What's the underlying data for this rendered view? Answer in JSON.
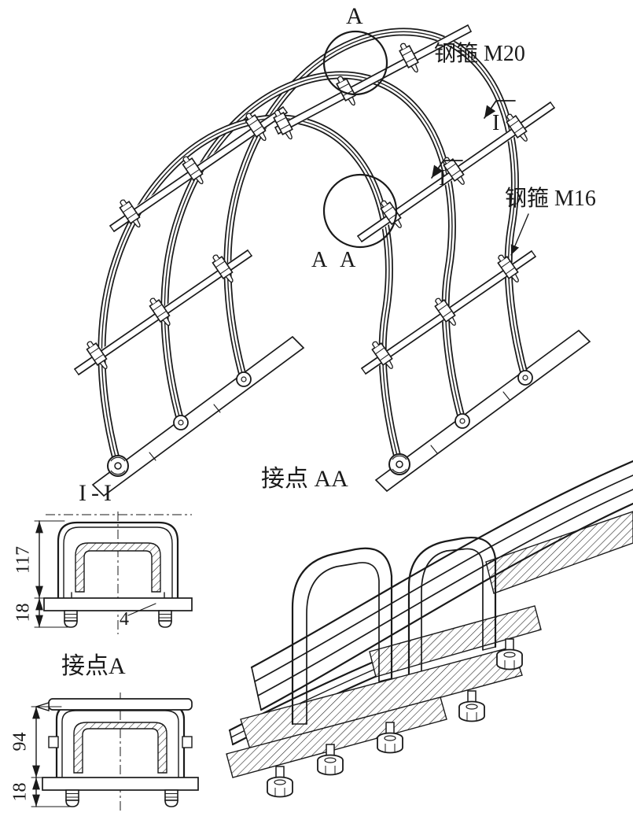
{
  "figure": {
    "title_labels": {
      "point_a": "A",
      "steel_hoop_m20": "钢箍 M20",
      "steel_hoop_m16": "钢箍 M16",
      "section_marker_top": "I",
      "section_marker_bottom": "I",
      "point_aa": "A A"
    },
    "captions": {
      "joint_aa_detail": "接点 AA",
      "section_ii": "I-I",
      "joint_a_detail": "接点A"
    },
    "dimensions": {
      "section_ii_height_mm": "117",
      "section_ii_base_mm": "18",
      "section_ii_plate_thickness_mm": "4",
      "joint_a_height_mm": "94",
      "joint_a_base_mm": "18"
    },
    "colors": {
      "line": "#1a1a1a",
      "background": "#ffffff"
    }
  }
}
